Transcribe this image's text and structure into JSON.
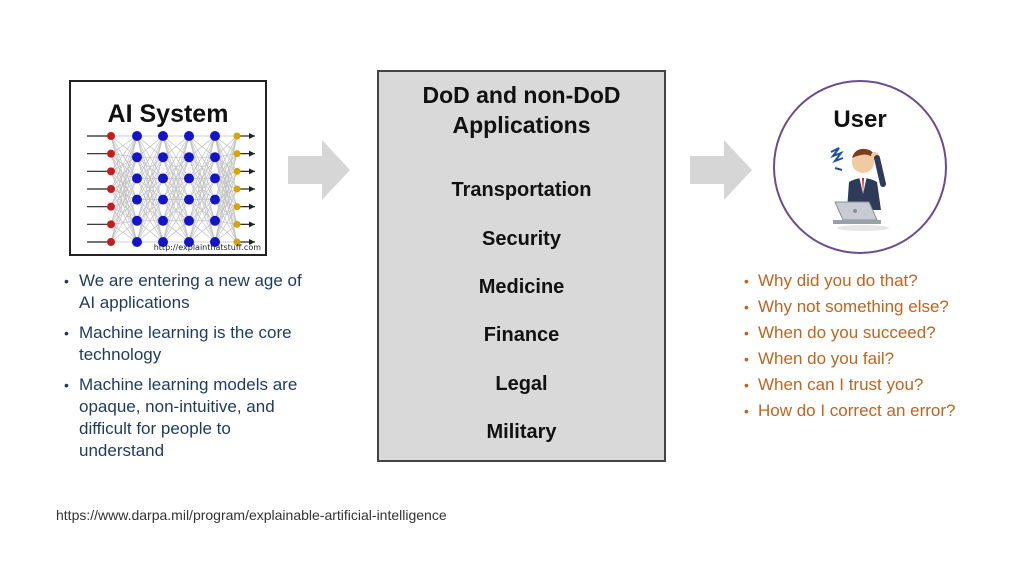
{
  "ai_system": {
    "title": "AI System",
    "credit": "http://explainthatstuff.com"
  },
  "left_bullets": [
    "We are entering a new age of AI applications",
    "Machine learning is the core technology",
    "Machine learning models are opaque, non-intuitive, and difficult for people to understand"
  ],
  "applications": {
    "title_line1": "DoD and non-DoD",
    "title_line2": "Applications",
    "items": [
      "Transportation",
      "Security",
      "Medicine",
      "Finance",
      "Legal",
      "Military"
    ]
  },
  "user": {
    "title": "User"
  },
  "user_questions": [
    "Why did you do that?",
    "Why not something else?",
    "When do you succeed?",
    "When do you fail?",
    "When can I trust you?",
    "How do I correct an error?"
  ],
  "source_url": "https://www.darpa.mil/program/explainable-artificial-intelligence",
  "colors": {
    "left_text": "#1f3a5f",
    "right_text": "#c0641e",
    "node_blue": "#1515c8",
    "input_red": "#c41d1d",
    "output_yellow": "#d9a300",
    "arrow_gray": "#d6d6d6"
  }
}
